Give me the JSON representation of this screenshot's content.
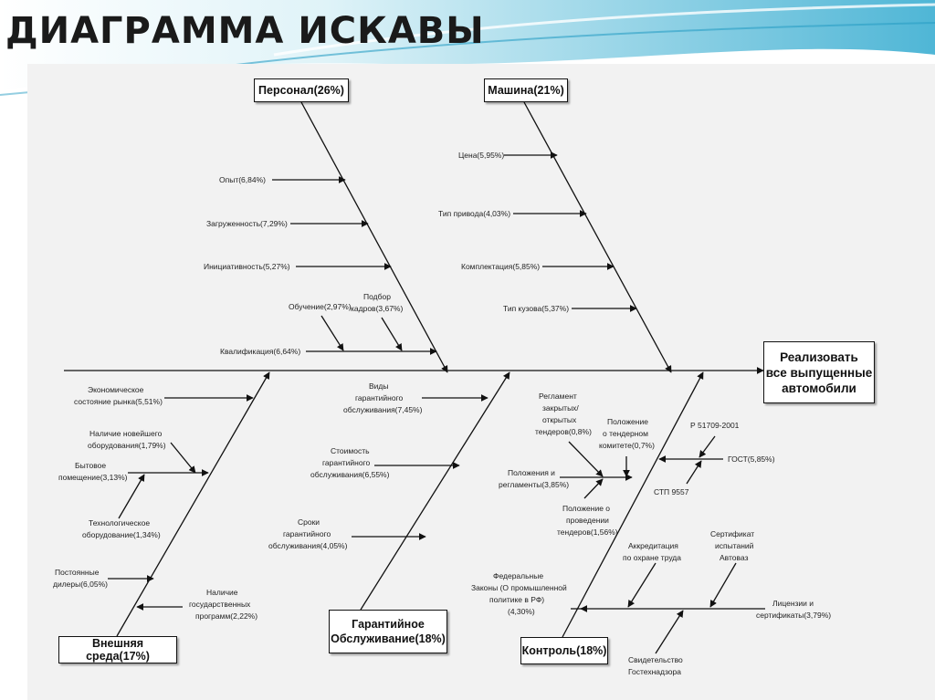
{
  "slide": {
    "title": "ДИАГРАММА ИСКАВЫ"
  },
  "result": {
    "label": "Реализовать\nвсе выпущенные\nавтомобили"
  },
  "categories": {
    "personnel": "Персонал(26%)",
    "machine": "Машина(21%)",
    "external": "Внешняя среда(17%)",
    "warranty": "Гарантийное\nОбслуживание(18%)",
    "control": "Контроль(18%)"
  },
  "causes": {
    "personnel": {
      "experience": "Опыт(6,84%)",
      "workload": "Загруженность(7,29%)",
      "initiative": "Инициативность(5,27%)",
      "training": "Обучение(2,97%)",
      "selection_1": "Подбор",
      "selection_2": "кадров(3,67%)",
      "qualification": "Квалификация(6,64%)"
    },
    "machine": {
      "price": "Цена(5,95%)",
      "drive": "Тип привода(4,03%)",
      "equipment": "Комплектация(5,85%)",
      "body": "Тип кузова(5,37%)"
    },
    "external": {
      "economy_1": "Экономическое",
      "economy_2": "состояние рынка(5,51%)",
      "new_equipment_1": "Наличие новейшего",
      "new_equipment_2": "оборудования(1,79%)",
      "premises_1": "Бытовое",
      "premises_2": "помещение(3,13%)",
      "tech_equipment_1": "Технологическое",
      "tech_equipment_2": "оборудование(1,34%)",
      "dealers_1": "Постоянные",
      "dealers_2": "дилеры(6,05%)",
      "state_programs_1": "Наличие",
      "state_programs_2": "государственных",
      "state_programs_3": "программ(2,22%)"
    },
    "warranty": {
      "types_1": "Виды",
      "types_2": "гарантийного",
      "types_3": "обслуживания(7,45%)",
      "cost_1": "Стоимость",
      "cost_2": "гарантийного",
      "cost_3": "обслуживания(6,55%)",
      "terms_1": "Сроки",
      "terms_2": "гарантийного",
      "terms_3": "обслуживания(4,05%)"
    },
    "control": {
      "tender_reg_1": "Регламент",
      "tender_reg_2": "закрытых/",
      "tender_reg_3": "открытых",
      "tender_reg_4": "тендеров(0,8%)",
      "committee_1": "Положение",
      "committee_2": "о тендерном",
      "committee_3": "комитете(0,7%)",
      "regs_1": "Положения и",
      "regs_2": "регламенты(3,85%)",
      "tender_conduct_1": "Положение о",
      "tender_conduct_2": "проведении",
      "tender_conduct_3": "тендеров(1,56%)",
      "r51709": "Р 51709-2001",
      "gost": "ГОСТ(5,85%)",
      "stp": "СТП 9557",
      "accreditation_1": "Аккредитация",
      "accreditation_2": "по охране труда",
      "certificate_1": "Сертификат",
      "certificate_2": "испытаний",
      "certificate_3": "Автоваз",
      "federal_1": "Федеральные",
      "federal_2": "Законы (О промышленной",
      "federal_3": "политике в РФ)",
      "federal_4": "(4,30%)",
      "licenses_1": "Лицензии и",
      "licenses_2": "сертификаты(3,79%)",
      "gostekh_1": "Свидетельство",
      "gostekh_2": "Гостехнадзора"
    }
  },
  "colors": {
    "line": "#111111",
    "panel": "#f2f2f2",
    "wave": "#5fc1dc"
  }
}
